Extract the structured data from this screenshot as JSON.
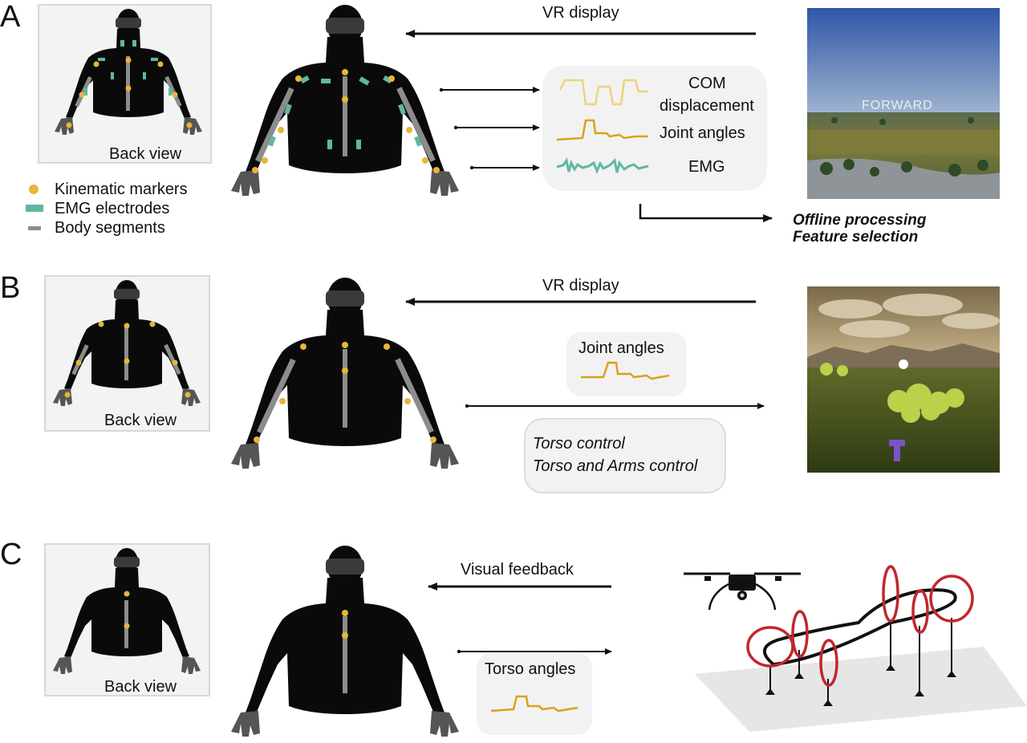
{
  "panels": {
    "a": {
      "letter": "A",
      "back_view": "Back view",
      "legend": {
        "markers": "Kinematic markers",
        "electrodes": "EMG  electrodes",
        "segments": "Body segments"
      },
      "vr_display": "VR display",
      "signals": {
        "com_line1": "COM",
        "com_line2": "displacement",
        "joint": "Joint angles",
        "emg": "EMG"
      },
      "output_line1": "Offline processing",
      "output_line2": "Feature selection",
      "screen_text": "FORWARD"
    },
    "b": {
      "letter": "B",
      "back_view": "Back view",
      "vr_display": "VR display",
      "signal": "Joint angles",
      "control_line1": "Torso control",
      "control_line2": "Torso and Arms control"
    },
    "c": {
      "letter": "C",
      "back_view": "Back view",
      "feedback": "Visual feedback",
      "signal": "Torso angles"
    }
  },
  "colors": {
    "marker": "#e8b53a",
    "electrode": "#5fb8a3",
    "segment": "#8c8c8c",
    "com_trace": "#f0d27a",
    "joint_trace": "#d9a21b",
    "emg_trace": "#5fb8a3",
    "gate_ring": "#c0272d"
  }
}
